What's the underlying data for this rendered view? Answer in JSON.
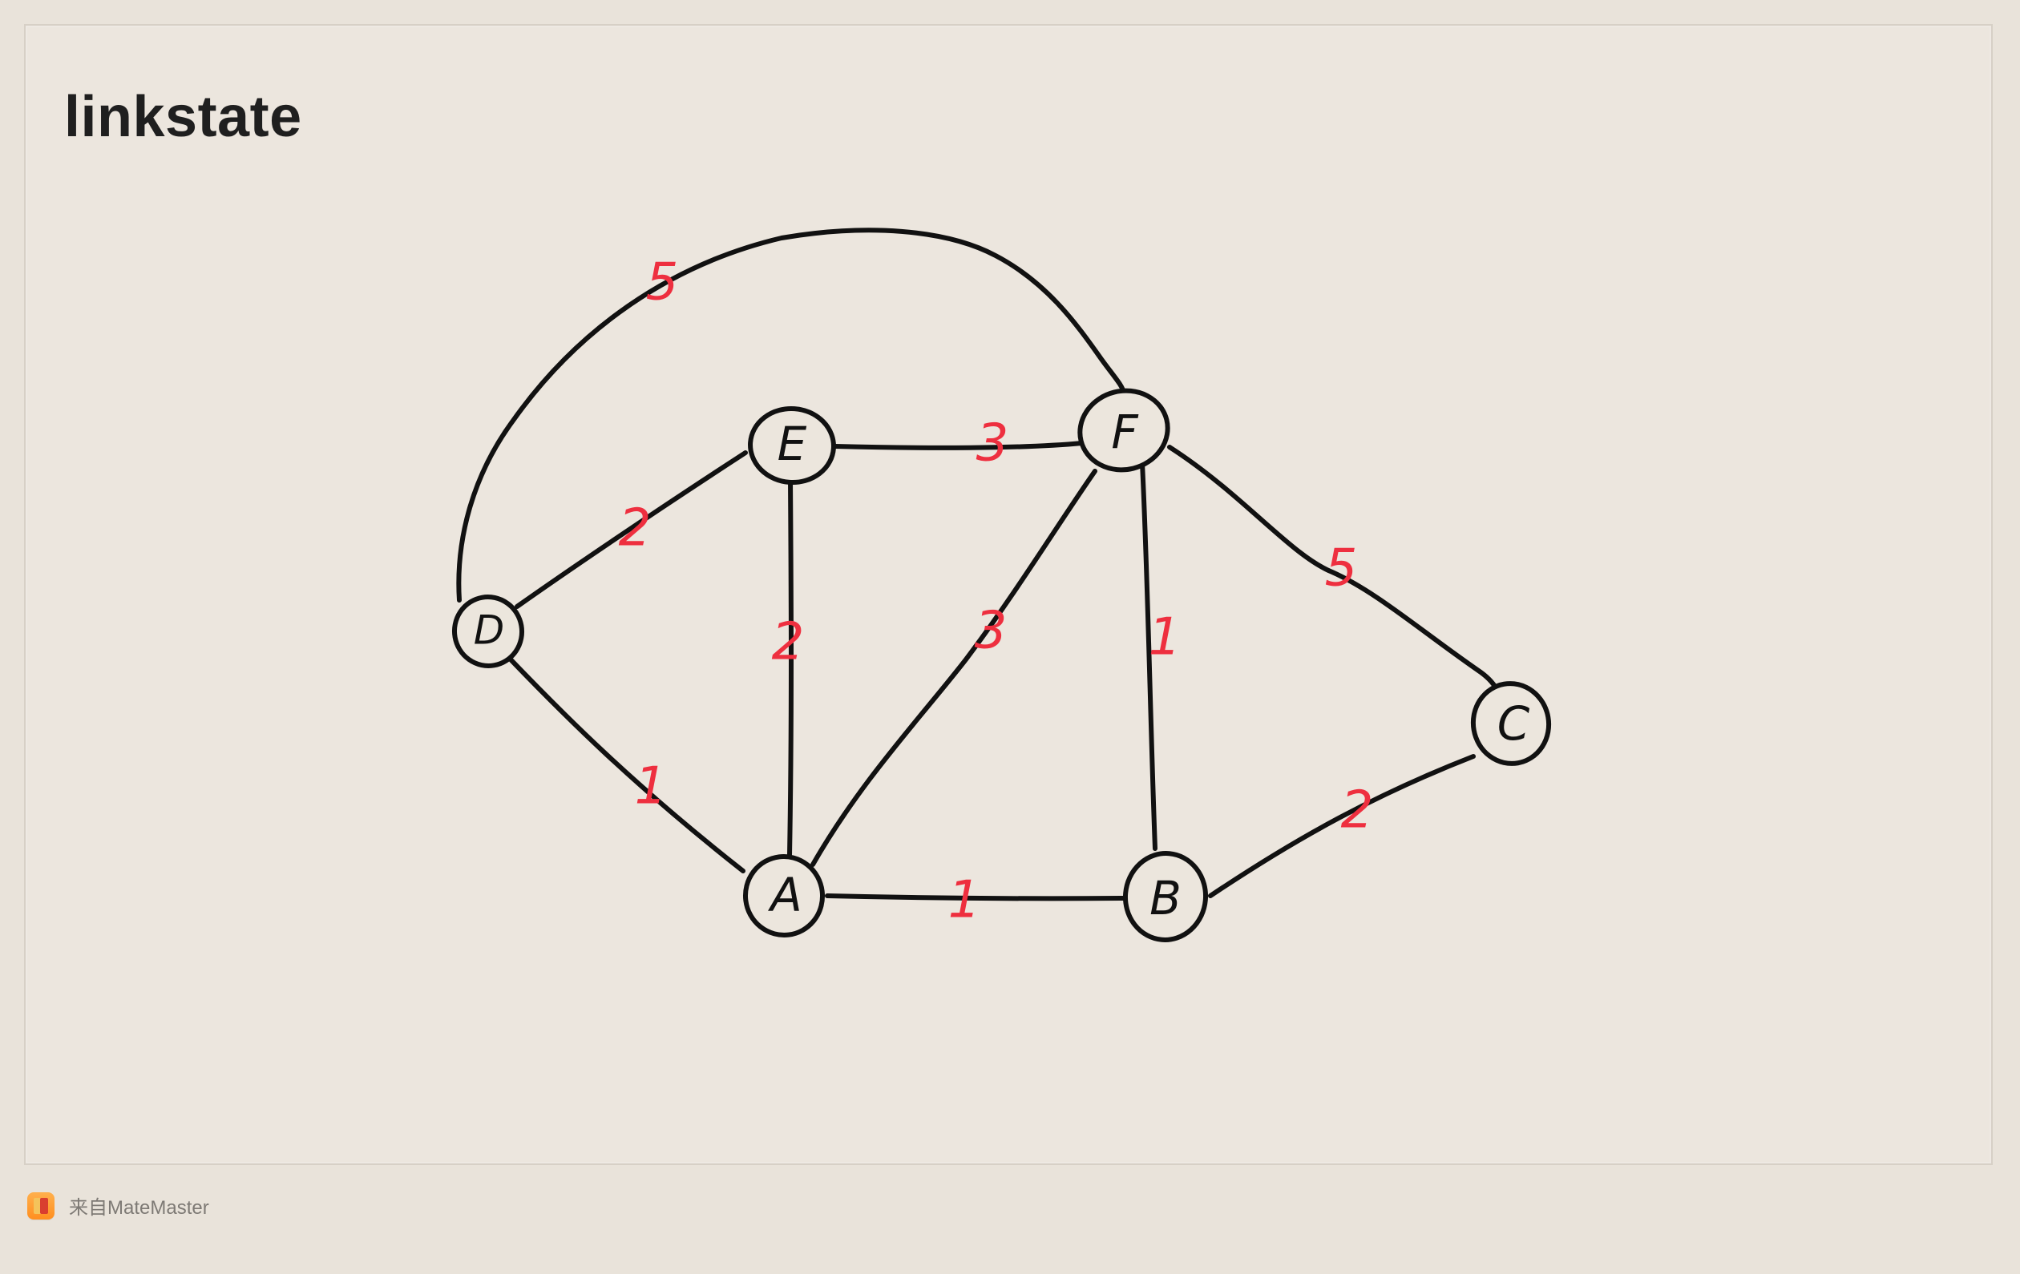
{
  "page": {
    "title": "linkstate"
  },
  "diagram": {
    "nodes": [
      {
        "id": "A",
        "label": "A"
      },
      {
        "id": "B",
        "label": "B"
      },
      {
        "id": "C",
        "label": "C"
      },
      {
        "id": "D",
        "label": "D"
      },
      {
        "id": "E",
        "label": "E"
      },
      {
        "id": "F",
        "label": "F"
      }
    ],
    "edges": [
      {
        "from": "D",
        "to": "F",
        "weight": "5"
      },
      {
        "from": "D",
        "to": "E",
        "weight": "2"
      },
      {
        "from": "D",
        "to": "A",
        "weight": "1"
      },
      {
        "from": "E",
        "to": "F",
        "weight": "3"
      },
      {
        "from": "E",
        "to": "A",
        "weight": "2"
      },
      {
        "from": "A",
        "to": "F",
        "weight": "3"
      },
      {
        "from": "F",
        "to": "B",
        "weight": "1"
      },
      {
        "from": "F",
        "to": "C",
        "weight": "5"
      },
      {
        "from": "A",
        "to": "B",
        "weight": "1"
      },
      {
        "from": "B",
        "to": "C",
        "weight": "2"
      }
    ]
  },
  "footer": {
    "text": "来自MateMaster"
  },
  "colors": {
    "background": "#e9e3da",
    "line": "#111111",
    "weight": "#ee2f3f"
  },
  "icons": {
    "footer_logo": "matemaster-logo-icon"
  }
}
